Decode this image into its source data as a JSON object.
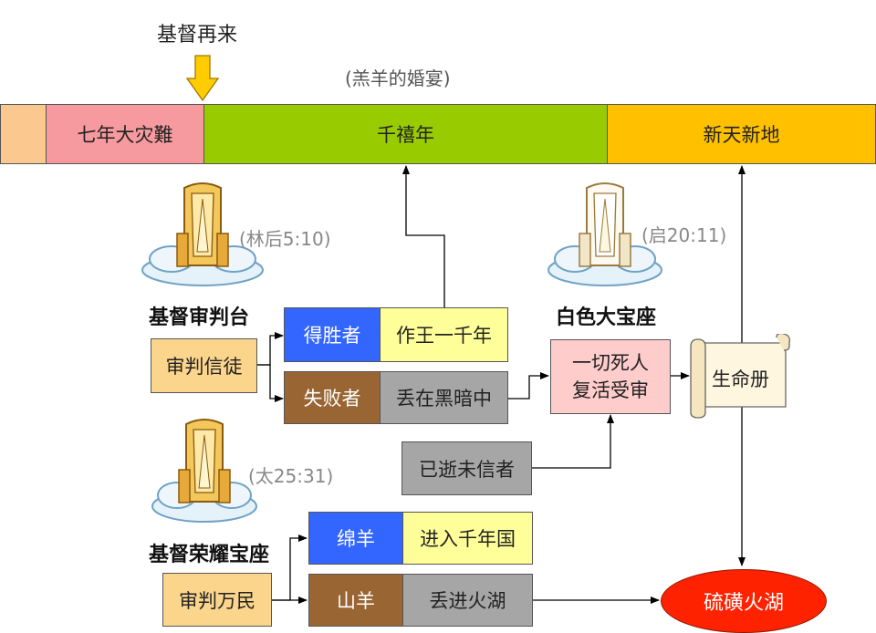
{
  "top": {
    "second_coming": "基督再来",
    "wedding": "(羔羊的婚宴)"
  },
  "timeline": {
    "tribulation": "七年大灾難",
    "millennium": "千禧年",
    "new_heaven": "新天新地"
  },
  "thrones": {
    "judgment_seat": {
      "label": "基督审判台",
      "ref": "(林后5:10)"
    },
    "white_throne": {
      "label": "白色大宝座",
      "ref": "(启20:11)"
    },
    "glory_throne": {
      "label": "基督荣耀宝座",
      "ref": "(太25:31)"
    }
  },
  "boxes": {
    "judge_believers": "审判信徒",
    "overcomer": "得胜者",
    "reign": "作王一千年",
    "loser": "失败者",
    "dark": "丢在黑暗中",
    "unbelievers": "已逝未信者",
    "resurrect_line1": "一切死人",
    "resurrect_line2": "复活受审",
    "book_of_life": "生命册",
    "judge_nations": "审判万民",
    "sheep": "绵羊",
    "enter_kingdom": "进入千年国",
    "goats": "山羊",
    "into_fire": "丢进火湖",
    "lake_of_fire": "硫磺火湖"
  },
  "colors": {
    "orange_light": "#fbc98f",
    "pink": "#f69a9f",
    "green": "#99cc00",
    "gold": "#ffc000",
    "blue": "#3366ff",
    "yellow_light": "#ffff99",
    "brown": "#996633",
    "gray": "#a6a6a6",
    "peach": "#fcd58c",
    "pink_light": "#ffcccc",
    "red": "#ff2200"
  }
}
